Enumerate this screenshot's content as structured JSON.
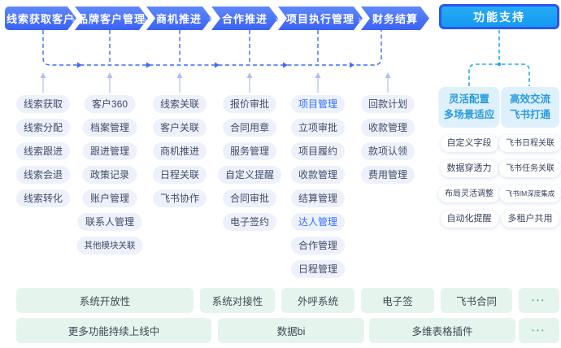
{
  "flow_stages": [
    {
      "label": "线索获取客户"
    },
    {
      "label": "品牌客户管理"
    },
    {
      "label": "商机推进"
    },
    {
      "label": "合作推进"
    },
    {
      "label": "项目执行管理"
    },
    {
      "label": "财务结算"
    }
  ],
  "support_button": {
    "label": "功能支持"
  },
  "columns": [
    {
      "stage": "线索获取客户",
      "items": [
        {
          "label": "线索获取"
        },
        {
          "label": "线索分配"
        },
        {
          "label": "线索跟进"
        },
        {
          "label": "线索会退"
        },
        {
          "label": "线索转化"
        }
      ]
    },
    {
      "stage": "品牌客户管理",
      "items": [
        {
          "label": "客户360"
        },
        {
          "label": "档案管理"
        },
        {
          "label": "跟进管理"
        },
        {
          "label": "政策记录"
        },
        {
          "label": "账户管理"
        },
        {
          "label": "联系人管理"
        },
        {
          "label": "其他模块关联"
        }
      ]
    },
    {
      "stage": "商机推进",
      "items": [
        {
          "label": "线索关联"
        },
        {
          "label": "客户关联"
        },
        {
          "label": "商机推进"
        },
        {
          "label": "日程关联"
        },
        {
          "label": "飞书协作"
        }
      ]
    },
    {
      "stage": "合作推进",
      "items": [
        {
          "label": "报价审批"
        },
        {
          "label": "合同用章"
        },
        {
          "label": "服务管理"
        },
        {
          "label": "自定义提醒"
        },
        {
          "label": "合同审批"
        },
        {
          "label": "电子签约"
        }
      ]
    },
    {
      "stage": "项目执行管理",
      "items": [
        {
          "label": "项目管理",
          "highlight": true
        },
        {
          "label": "立项审批"
        },
        {
          "label": "项目履约"
        },
        {
          "label": "收款管理"
        },
        {
          "label": "结算管理"
        },
        {
          "label": "达人管理",
          "highlight": true
        },
        {
          "label": "合作管理"
        },
        {
          "label": "日程管理"
        }
      ]
    },
    {
      "stage": "财务结算",
      "items": [
        {
          "label": "回款计划"
        },
        {
          "label": "收款管理"
        },
        {
          "label": "款项认领"
        },
        {
          "label": "费用管理"
        }
      ]
    }
  ],
  "support_groups": [
    {
      "title_lines": [
        "灵活配置",
        "多场景适应"
      ],
      "items": [
        {
          "label": "自定义字段"
        },
        {
          "label": "数据穿透力"
        },
        {
          "label": "布局灵活调整"
        },
        {
          "label": "自动化提醒"
        }
      ]
    },
    {
      "title_lines": [
        "高效交流",
        "飞书打通"
      ],
      "items": [
        {
          "label": "飞书日程关联"
        },
        {
          "label": "飞书任务关联"
        },
        {
          "label": "飞书IM深度集成"
        },
        {
          "label": "多租户共用"
        }
      ]
    }
  ],
  "bottom_rows": [
    {
      "items": [
        {
          "label": "系统开放性"
        },
        {
          "label": "系统对接性"
        },
        {
          "label": "外呼系统"
        },
        {
          "label": "电子签"
        },
        {
          "label": "飞书合同"
        },
        {
          "label": "•••",
          "more": true
        }
      ]
    },
    {
      "items": [
        {
          "label": "更多功能持续上线中"
        },
        {
          "label": "数据bi"
        },
        {
          "label": "多维表格插件"
        },
        {
          "label": "•••",
          "more": true
        }
      ]
    }
  ],
  "colors": {
    "flow_gradient_start": "#5f88fb",
    "flow_gradient_end": "#3a62f4",
    "support_border": "#2d55f0",
    "support_fill": "#18a0f1",
    "pill_bg": "#edf1fb",
    "pill_text": "#434c68",
    "pill_highlight_text": "#3370ff",
    "support_title_bg": "#def0fc",
    "support_title_text": "#2a9bdb",
    "connector_blue": "#3f6cf7",
    "connector_cyan": "#21a8f1",
    "tick_gray": "#b3bfe9",
    "bottom_bg": "#e6f4ee",
    "bottom_text": "#3c4852",
    "bottom_more_dots": "#69c29b"
  }
}
